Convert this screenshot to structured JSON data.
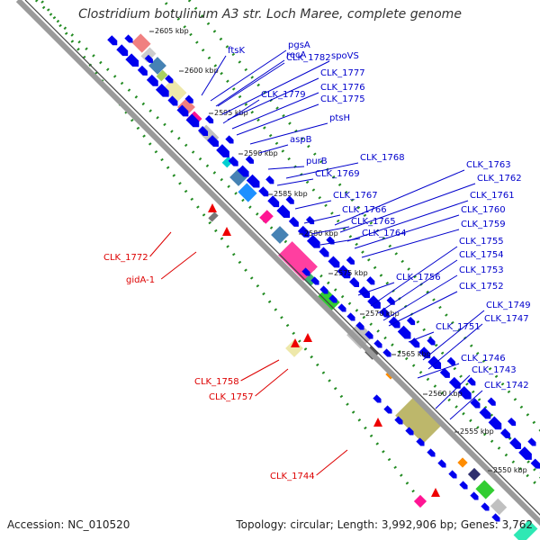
{
  "title": "Clostridium botulinum A3 str. Loch Maree, complete genome",
  "footer": {
    "accession": "Accession: NC_010520",
    "summary": "Topology: circular; Length: 3,992,906 bp; Genes: 3,762"
  },
  "colors": {
    "forward_label": "#0000cc",
    "reverse_label": "#dd0000",
    "cds": "#0000ee",
    "backbone": "#888888",
    "dots": "#228b22"
  },
  "ticks": [
    {
      "label": "2605 kbp"
    },
    {
      "label": "2600 kbp"
    },
    {
      "label": "2595 kbp"
    },
    {
      "label": "2590 kbp"
    },
    {
      "label": "2585 kbp"
    },
    {
      "label": "2580 kbp"
    },
    {
      "label": "2575 kbp"
    },
    {
      "label": "2570 kbp"
    },
    {
      "label": "2565 kbp"
    },
    {
      "label": "2560 kbp"
    },
    {
      "label": "2555 kbp"
    },
    {
      "label": "2550 kbp"
    }
  ],
  "forward_labels": [
    "ftsK",
    "pgsA",
    "CLK_1782",
    "recA",
    "spoVS",
    "CLK_1777",
    "CLK_1779",
    "CLK_1776",
    "CLK_1775",
    "ptsH",
    "aspB",
    "purB",
    "CLK_1768",
    "CLK_1769",
    "CLK_1763",
    "CLK_1762",
    "CLK_1767",
    "CLK_1761",
    "CLK_1766",
    "CLK_1760",
    "CLK_1765",
    "CLK_1759",
    "CLK_1764",
    "CLK_1755",
    "CLK_1754",
    "CLK_1756",
    "CLK_1753",
    "CLK_1752",
    "CLK_1749",
    "CLK_1747",
    "CLK_1751",
    "CLK_1746",
    "CLK_1743",
    "CLK_1742"
  ],
  "reverse_labels": [
    "CLK_1772",
    "gidA-1",
    "CLK_1758",
    "CLK_1757",
    "CLK_1744"
  ]
}
